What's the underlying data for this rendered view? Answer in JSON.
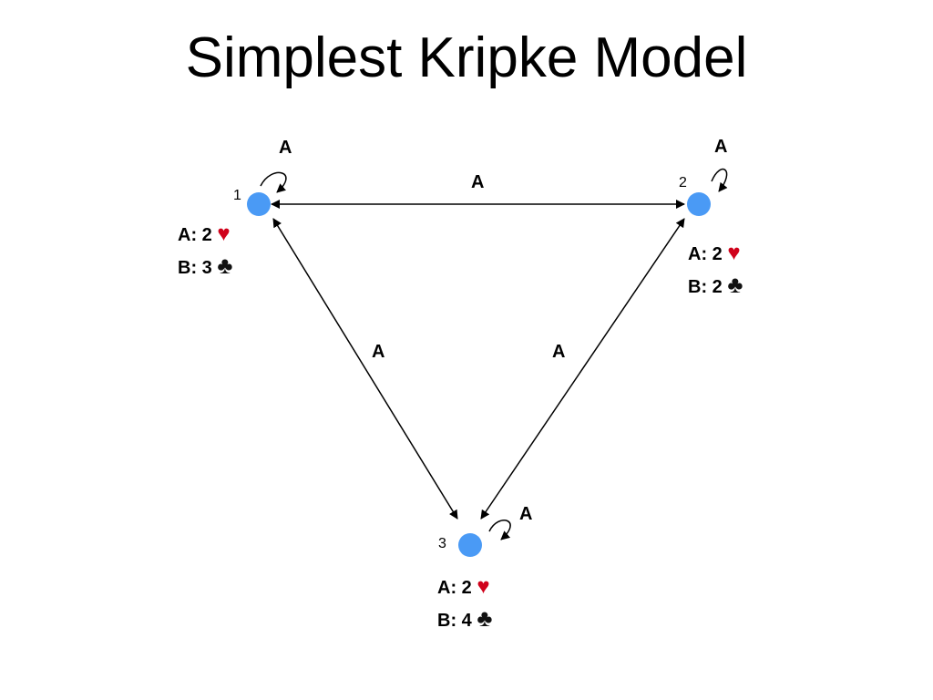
{
  "title": "Simplest Kripke Model",
  "accessibility_label": "A",
  "suits": {
    "heart": "♥",
    "club": "♣",
    "heart_color": "#d0021b",
    "club_color": "#111111"
  },
  "node_color": "#4a9af5",
  "worlds": [
    {
      "id": "1",
      "a_card": "A: 2",
      "b_card": "B: 3"
    },
    {
      "id": "2",
      "a_card": "A: 2",
      "b_card": "B: 2"
    },
    {
      "id": "3",
      "a_card": "A: 2",
      "b_card": "B: 4"
    }
  ]
}
